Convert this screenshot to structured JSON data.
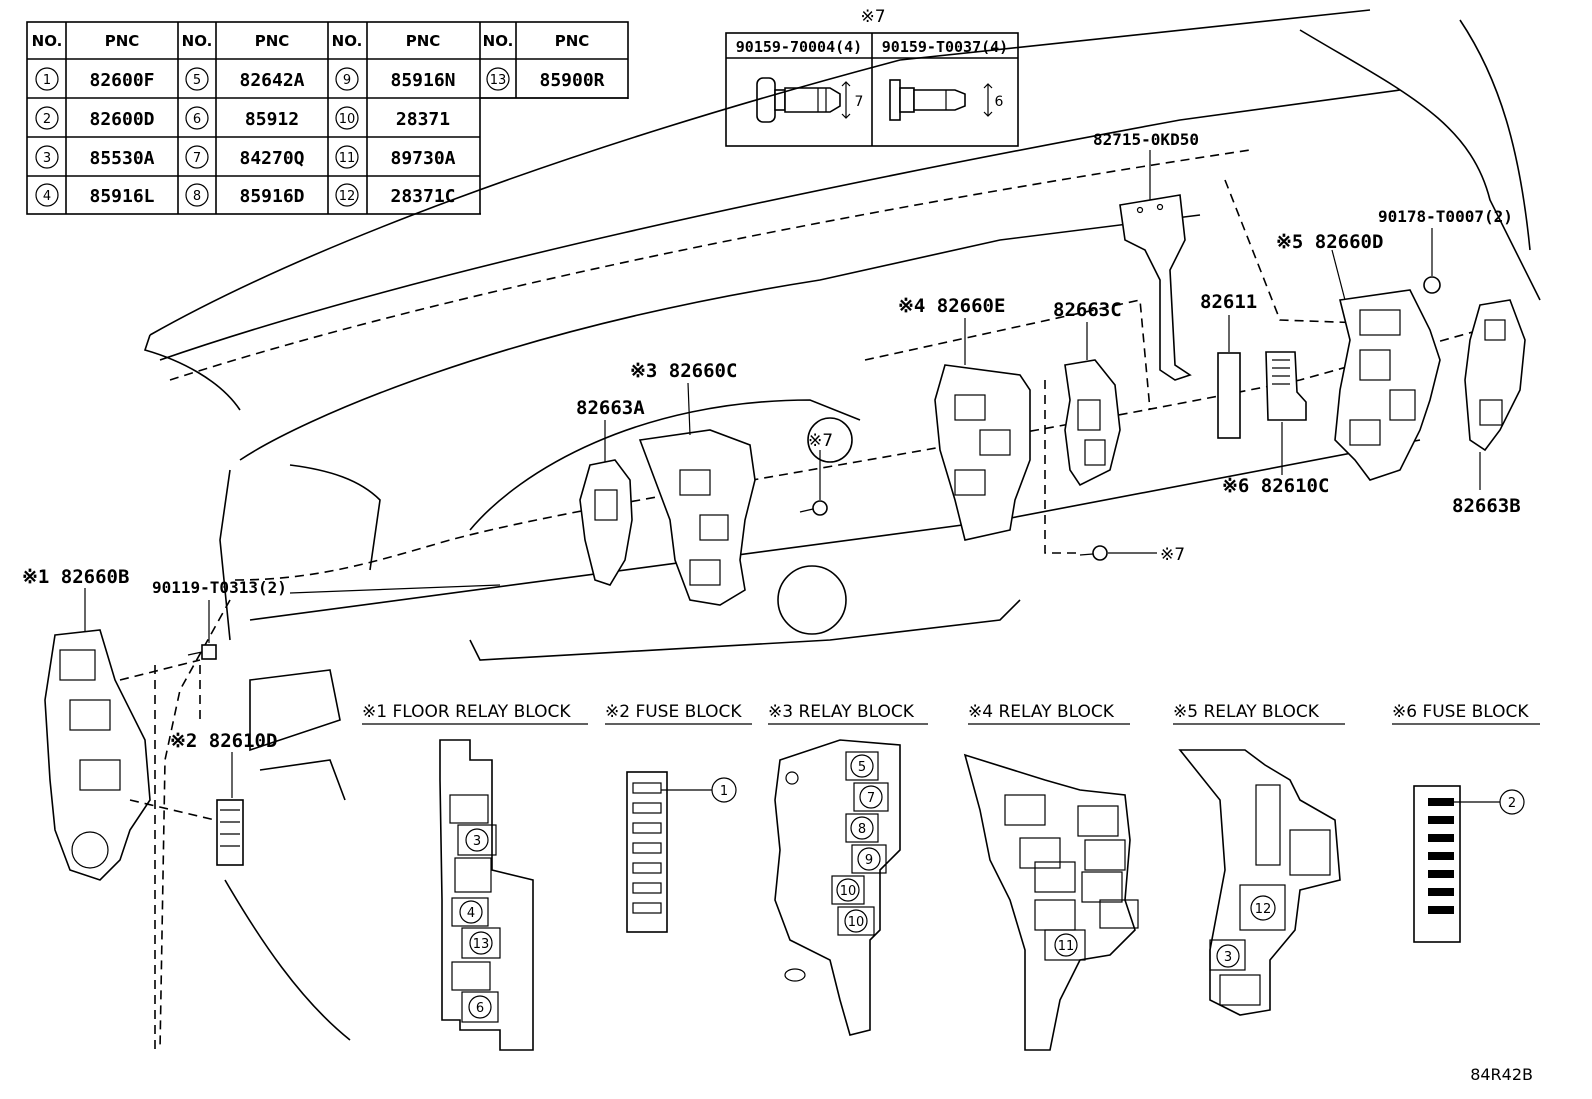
{
  "parts_table": {
    "header_no": "NO.",
    "header_pnc": "PNC",
    "rows": [
      {
        "no": "1",
        "pnc": "82600F"
      },
      {
        "no": "2",
        "pnc": "82600D"
      },
      {
        "no": "3",
        "pnc": "85530A"
      },
      {
        "no": "4",
        "pnc": "85916L"
      },
      {
        "no": "5",
        "pnc": "82642A"
      },
      {
        "no": "6",
        "pnc": "85912"
      },
      {
        "no": "7",
        "pnc": "84270Q"
      },
      {
        "no": "8",
        "pnc": "85916D"
      },
      {
        "no": "9",
        "pnc": "85916N"
      },
      {
        "no": "10",
        "pnc": "28371"
      },
      {
        "no": "11",
        "pnc": "89730A"
      },
      {
        "no": "12",
        "pnc": "28371C"
      },
      {
        "no": "13",
        "pnc": "85900R"
      }
    ]
  },
  "bolt_box": {
    "mark": "※7",
    "left_part": "90159-70004(4)",
    "right_part": "90159-T0037(4)",
    "left_dim": "7",
    "right_dim": "6"
  },
  "callouts": {
    "c_82715": "82715-0KD50",
    "c_90178": "90178-T0007(2)",
    "c_82660D": "※5 82660D",
    "c_82611": "82611",
    "c_82660E": "※4 82660E",
    "c_82663C": "82663C",
    "c_82660C": "※3 82660C",
    "c_82663A": "82663A",
    "c_star7a": "※7",
    "c_star7b": "※7",
    "c_82610C": "※6 82610C",
    "c_82663B": "82663B",
    "c_82660B": "※1 82660B",
    "c_90119": "90119-T0313(2)",
    "c_82610D": "※2 82610D"
  },
  "block_captions": {
    "b1": "※1 FLOOR RELAY BLOCK",
    "b2": "※2 FUSE BLOCK",
    "b3": "※3 RELAY BLOCK",
    "b4": "※4 RELAY BLOCK",
    "b5": "※5 RELAY BLOCK",
    "b6": "※6 FUSE BLOCK"
  },
  "block_markers": {
    "b1": [
      "3",
      "4",
      "13",
      "6"
    ],
    "b2": [
      "1"
    ],
    "b3": [
      "5",
      "7",
      "8",
      "9",
      "10",
      "10"
    ],
    "b4": [
      "11"
    ],
    "b5": [
      "12",
      "3"
    ],
    "b6": [
      "2"
    ]
  },
  "figure_code": "84R42B"
}
